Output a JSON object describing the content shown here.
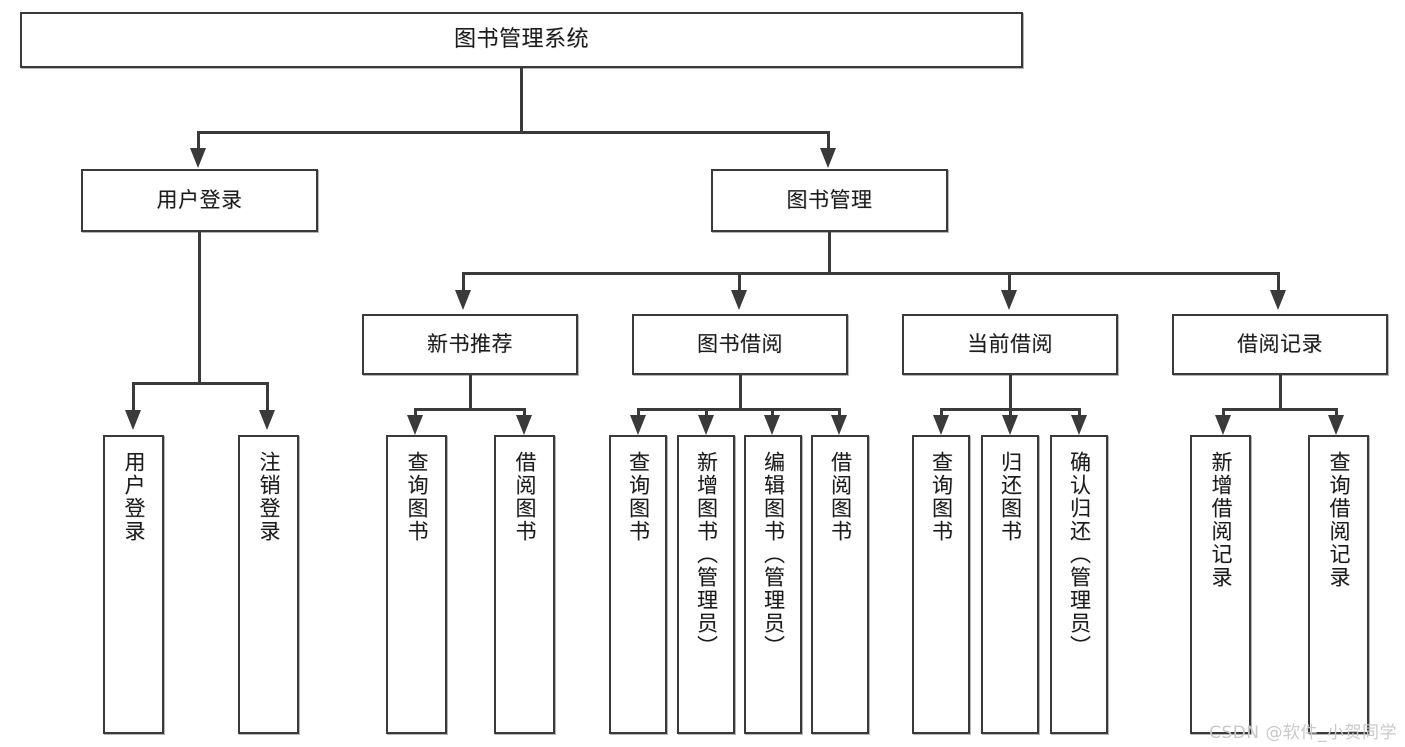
{
  "diagram": {
    "type": "tree-hierarchy-chart",
    "title": "图书管理系统",
    "root": {
      "label": "图书管理系统"
    },
    "level2": [
      {
        "label": "用户登录"
      },
      {
        "label": "图书管理"
      }
    ],
    "level3": [
      {
        "label": "新书推荐"
      },
      {
        "label": "图书借阅"
      },
      {
        "label": "当前借阅"
      },
      {
        "label": "借阅记录"
      }
    ],
    "leaves": {
      "user_login": [
        {
          "label": "用户登录"
        },
        {
          "label": "注销登录"
        }
      ],
      "new_book_recommend": [
        {
          "label": "查询图书"
        },
        {
          "label": "借阅图书"
        }
      ],
      "book_borrow": [
        {
          "label": "查询图书"
        },
        {
          "label": "新增图书（管理员）"
        },
        {
          "label": "编辑图书（管理员）"
        },
        {
          "label": "借阅图书"
        }
      ],
      "current_borrow": [
        {
          "label": "查询图书"
        },
        {
          "label": "归还图书"
        },
        {
          "label": "确认归还（管理员）"
        }
      ],
      "borrow_record": [
        {
          "label": "新增借阅记录"
        },
        {
          "label": "查询借阅记录"
        }
      ]
    }
  },
  "watermark": {
    "text": "CSDN @软件_小贺同学"
  },
  "colors": {
    "stroke": "#3a3a3a",
    "background": "#ffffff",
    "text": "#1b1b1b",
    "watermark": "#c9c9c9"
  }
}
